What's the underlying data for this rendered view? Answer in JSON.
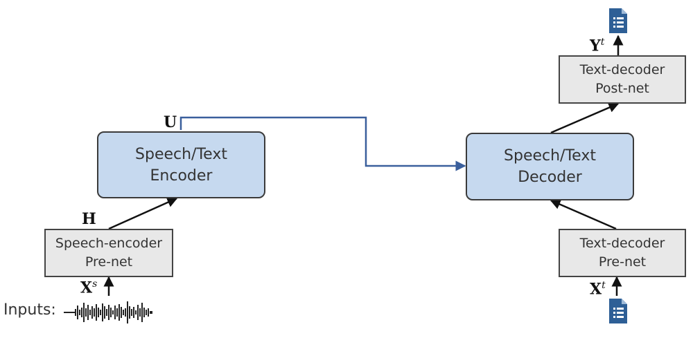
{
  "colors": {
    "connector": "#3a5f9c",
    "arrow": "#111111",
    "block_fill": "#c6d9ef",
    "prenet_fill": "#e8e8e8",
    "doc_icon": "#2e5f96"
  },
  "inputs_label": "Inputs:",
  "speech_prenet": {
    "line1": "Speech-encoder",
    "line2": "Pre-net"
  },
  "encoder": {
    "line1": "Speech/Text",
    "line2": "Encoder"
  },
  "decoder": {
    "line1": "Speech/Text",
    "line2": "Decoder"
  },
  "text_prenet": {
    "line1": "Text-decoder",
    "line2": "Pre-net"
  },
  "text_postnet": {
    "line1": "Text-decoder",
    "line2": "Post-net"
  },
  "symbols": {
    "xs": {
      "base": "X",
      "sup": "s"
    },
    "h": "H",
    "u": "U",
    "xt": {
      "base": "X",
      "sup": "t"
    },
    "yt": {
      "base": "Y",
      "sup": "t"
    }
  },
  "icons": {
    "input_waveform": "waveform-icon",
    "input_document": "document-icon",
    "output_document": "document-icon"
  }
}
